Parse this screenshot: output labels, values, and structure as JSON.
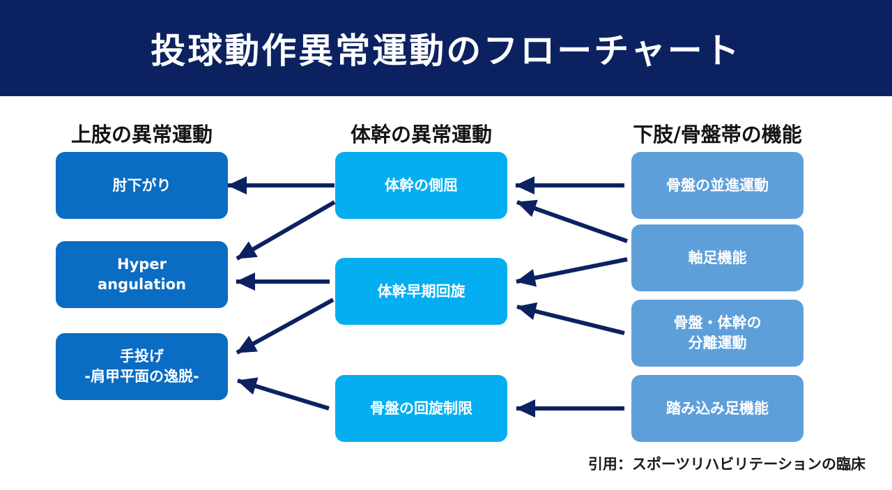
{
  "title": "投球動作異常運動のフローチャート",
  "columns": {
    "upper": {
      "heading": "上肢の異常運動"
    },
    "trunk": {
      "heading": "体幹の異常運動"
    },
    "lower": {
      "heading": "下肢/骨盤帯の機能"
    }
  },
  "upper_boxes": [
    {
      "lines": [
        "肘下がり"
      ]
    },
    {
      "lines": [
        "Hyper",
        "angulation"
      ]
    },
    {
      "lines": [
        "手投げ",
        "-肩甲平面の逸脱-"
      ]
    }
  ],
  "trunk_boxes": [
    {
      "lines": [
        "体幹の側屈"
      ]
    },
    {
      "lines": [
        "体幹早期回旋"
      ]
    },
    {
      "lines": [
        "骨盤の回旋制限"
      ]
    }
  ],
  "lower_boxes": [
    {
      "lines": [
        "骨盤の並進運動"
      ]
    },
    {
      "lines": [
        "軸足機能"
      ]
    },
    {
      "lines": [
        "骨盤・体幹の",
        "分離運動"
      ]
    },
    {
      "lines": [
        "踏み込み足機能"
      ]
    }
  ],
  "arrows": [
    {
      "from": "trunk.0",
      "to": "upper.0"
    },
    {
      "from": "trunk.0",
      "to": "upper.1"
    },
    {
      "from": "trunk.1",
      "to": "upper.1"
    },
    {
      "from": "trunk.1",
      "to": "upper.2"
    },
    {
      "from": "trunk.2",
      "to": "upper.2"
    },
    {
      "from": "lower.0",
      "to": "trunk.0"
    },
    {
      "from": "lower.1",
      "to": "trunk.0"
    },
    {
      "from": "lower.1",
      "to": "trunk.1"
    },
    {
      "from": "lower.2",
      "to": "trunk.1"
    },
    {
      "from": "lower.3",
      "to": "trunk.2"
    }
  ],
  "colors": {
    "header": "#0c2260",
    "upper_box": "#0a6cc2",
    "trunk_box": "#04aef0",
    "lower_box": "#5e9fda",
    "arrow": "#0c2260"
  },
  "source": "引用：スポーツリハビリテーションの臨床"
}
